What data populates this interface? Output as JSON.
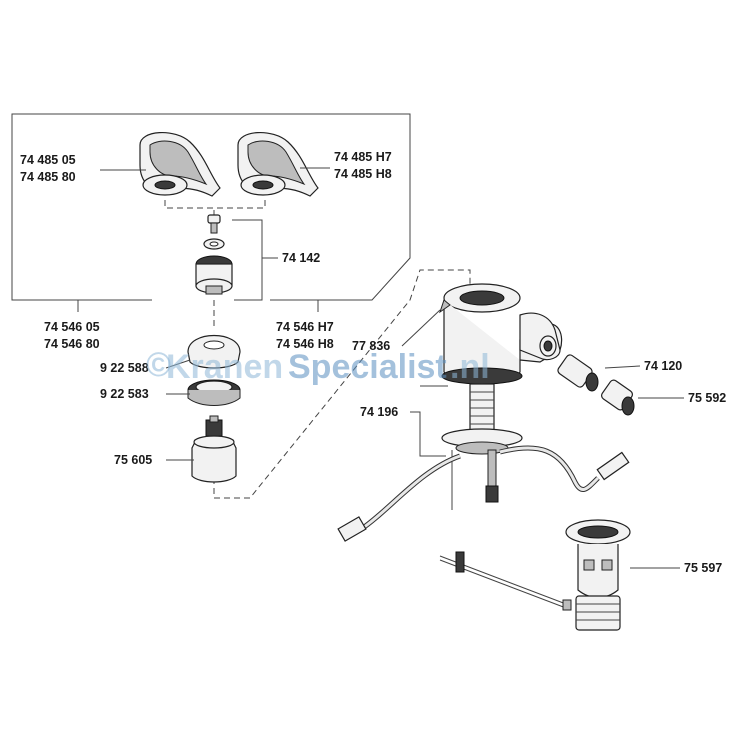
{
  "labels": {
    "handle_left_a": "74 485 05",
    "handle_left_b": "74 485 80",
    "handle_right_a": "74 485 H7",
    "handle_right_b": "74 485 H8",
    "screw_set": "74 142",
    "set_left_a": "74 546 05",
    "set_left_b": "74 546 80",
    "set_right_a": "74 546 H7",
    "set_right_b": "74 546 H8",
    "cap": "9 22 588",
    "ring": "9 22 583",
    "cartridge": "75 605",
    "lever": "77 836",
    "mount": "74 196",
    "swivel": "74 120",
    "aerator": "75 592",
    "waste": "75 597"
  },
  "watermark": {
    "symbol": "©",
    "brand_a": "Kranen",
    "brand_b": "Specialist",
    "tld": ".nl"
  },
  "colors": {
    "line": "#444444",
    "part_fill": "#f2f2f2",
    "watermark": "#8fb8d8"
  }
}
